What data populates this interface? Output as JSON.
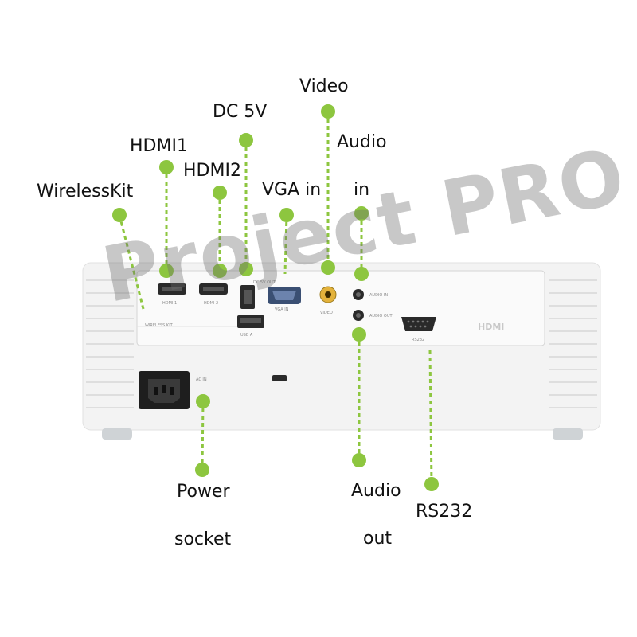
{
  "labels": {
    "video": "Video",
    "dc5v": "DC 5V",
    "audio_in_1": "Audio",
    "audio_in_2": "in",
    "hdmi1": "HDMI1",
    "hdmi2": "HDMI2",
    "vga_in": "VGA in",
    "wireless_kit": "WirelessKit",
    "power_1": "Power",
    "power_2": "socket",
    "audio_out_1": "Audio",
    "audio_out_2": "out",
    "rs232": "RS232"
  },
  "panel_text": {
    "hdmi1": "HDMI 1",
    "hdmi2": "HDMI 2",
    "wireless_kit": "WIRELESS KIT",
    "dc_out": "DC 5V OUT",
    "vga_in": "VGA IN",
    "usb_a": "USB A",
    "video": "VIDEO",
    "audio_in": "AUDIO IN",
    "audio_out": "AUDIO OUT",
    "rs232": "RS232",
    "ac_in": "AC IN",
    "hdmi_logo": "HDMI"
  },
  "watermark": "Project PRO",
  "colors": {
    "accent": "#8dc63f",
    "body": "#f2f2f2",
    "port": "#2a2a2a"
  },
  "icons": {
    "power_socket": "iec-c14-socket-icon",
    "lock": "kensington-lock-icon"
  }
}
